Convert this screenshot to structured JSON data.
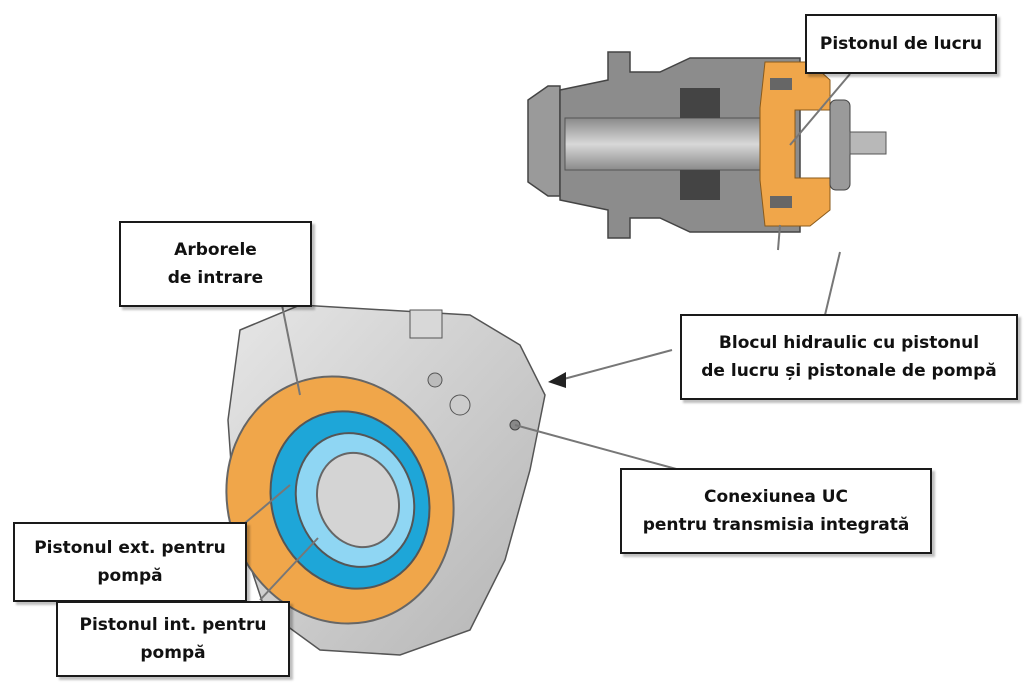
{
  "diagram": {
    "title": "Hydraulic clutch unit components",
    "colors": {
      "working_piston_orange": "#f0a64a",
      "outer_pump_piston_blue": "#1ea6d8",
      "inner_pump_piston_lightblue": "#8fd6f3",
      "housing_gray": "#c8c8c8",
      "section_dark_gray": "#7a7a7a",
      "leader_line": "#777777"
    },
    "labels": {
      "working_piston": "Pistonul de lucru",
      "hydraulic_block": "Blocul hidraulic cu pistonul\nde lucru și pistonale de pompă",
      "uc_connection": "Conexiunea UC\npentru transmisia integrată",
      "input_shaft": "Arborele\nde intrare",
      "outer_pump_piston": "Pistonul ext. pentru\npompă",
      "inner_pump_piston": "Pistonul int. pentru\npompă"
    }
  }
}
